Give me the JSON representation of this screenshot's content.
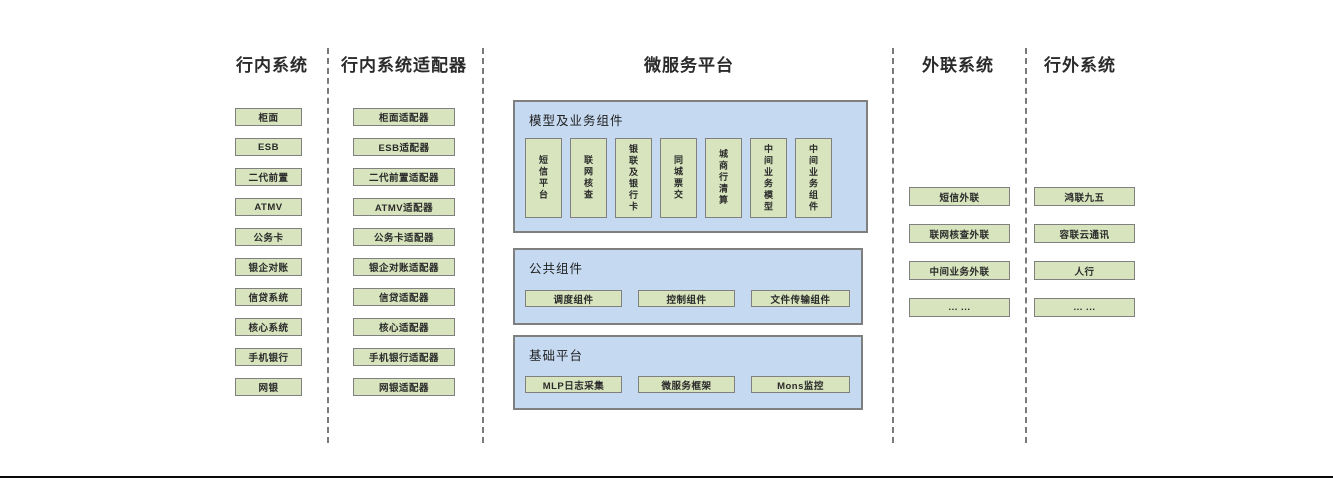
{
  "diagram": {
    "columns": [
      {
        "header": "行内系统",
        "items": [
          "柜面",
          "ESB",
          "二代前置",
          "ATMV",
          "公务卡",
          "银企对账",
          "信贷系统",
          "核心系统",
          "手机银行",
          "网银"
        ]
      },
      {
        "header": "行内系统适配器",
        "items": [
          "柜面适配器",
          "ESB适配器",
          "二代前置适配器",
          "ATMV适配器",
          "公务卡适配器",
          "银企对账适配器",
          "信贷适配器",
          "核心适配器",
          "手机银行适配器",
          "网银适配器"
        ]
      },
      {
        "header": "微服务平台",
        "panels": [
          {
            "title": "模型及业务组件",
            "items": [
              "短信平台",
              "联网核查",
              "银联及银行卡",
              "同城票交",
              "城商行清算",
              "中间业务模型",
              "中间业务组件"
            ]
          },
          {
            "title": "公共组件",
            "items": [
              "调度组件",
              "控制组件",
              "文件传输组件"
            ]
          },
          {
            "title": "基础平台",
            "items": [
              "MLP日志采集",
              "微服务框架",
              "Mons监控"
            ]
          }
        ]
      },
      {
        "header": "外联系统",
        "items": [
          "短信外联",
          "联网核查外联",
          "中间业务外联",
          "... ..."
        ]
      },
      {
        "header": "行外系统",
        "items": [
          "鸿联九五",
          "容联云通讯",
          "人行",
          "... ..."
        ]
      }
    ],
    "colors": {
      "box_fill": "#d7e4bd",
      "box_border": "#808080",
      "panel_fill": "#c5d9f1",
      "panel_border": "#7f7f7f",
      "divider": "#7a7a7a",
      "bottom_rule": "#0a0a0a"
    }
  }
}
